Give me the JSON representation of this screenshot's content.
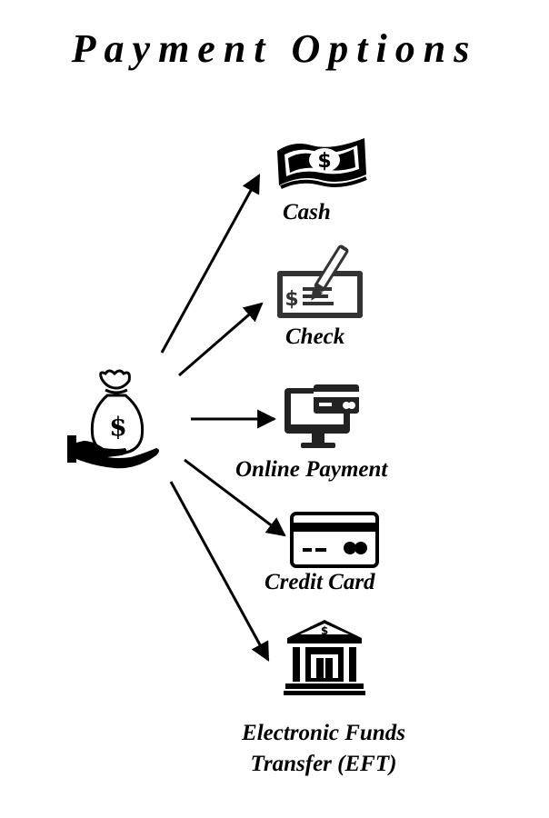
{
  "title": "Payment Options",
  "source": {
    "icon": "hand-holding-money-bag-icon",
    "symbol": "$"
  },
  "options": [
    {
      "label": "Cash",
      "icon": "cash-banknote-icon",
      "symbol": "$"
    },
    {
      "label": "Check",
      "icon": "check-with-pen-icon",
      "symbol": "$"
    },
    {
      "label": "Online Payment",
      "icon": "computer-with-card-icon"
    },
    {
      "label": "Credit Card",
      "icon": "credit-card-icon"
    },
    {
      "label": "Electronic Funds Transfer (EFT)",
      "label_lines": [
        "Electronic Funds",
        "Transfer (EFT)"
      ],
      "icon": "bank-building-icon",
      "symbol": "$"
    }
  ],
  "colors": {
    "ink": "#000000",
    "background": "#ffffff",
    "icon_gray": "#222222"
  }
}
